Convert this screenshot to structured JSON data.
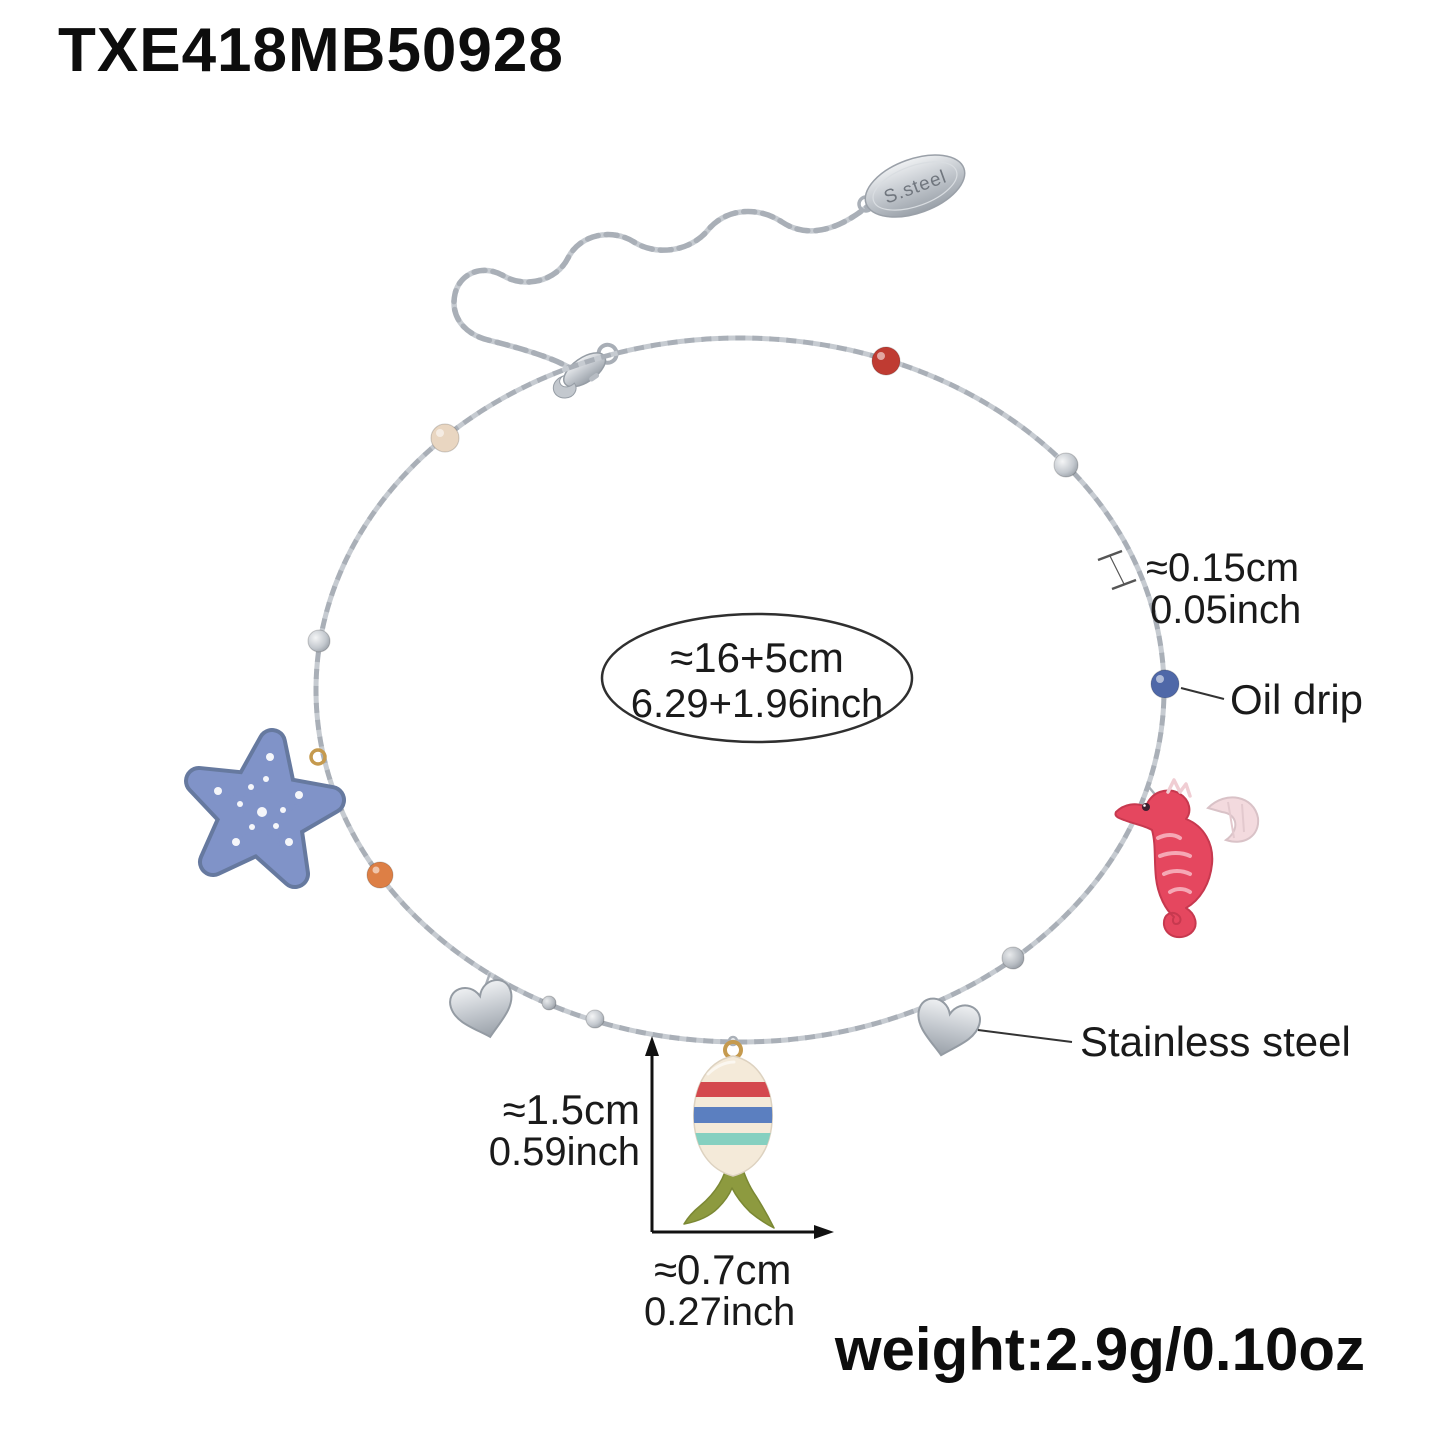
{
  "product": {
    "sku": "TXE418MB50928",
    "weight": "weight:2.9g/0.10oz"
  },
  "tag": {
    "label": "S.steel"
  },
  "size": {
    "cm": "≈16+5cm",
    "inch": "6.29+1.96inch"
  },
  "chain_thickness": {
    "cm": "≈0.15cm",
    "inch": "0.05inch"
  },
  "callouts": {
    "oil_drip": "Oil drip",
    "stainless_steel": "Stainless steel"
  },
  "fish_size": {
    "height_cm": "≈1.5cm",
    "height_inch": "0.59inch",
    "width_cm": "≈0.7cm",
    "width_inch": "0.27inch"
  },
  "charms": {
    "starfish": "starfish-charm",
    "seahorse": "seahorse-charm",
    "heart_left": "heart-charm",
    "heart_right": "heart-charm",
    "fish": "fish-charm"
  },
  "colors": {
    "starfish": "#8093c8",
    "seahorse": "#e5475f",
    "fish_body": "#f4ead9",
    "fish_stripe_red": "#d4494e",
    "fish_stripe_blue": "#5b7fc0",
    "fish_stripe_teal": "#85d0c0",
    "fish_tail": "#8d9a3f",
    "bead_red": "#bf3b32",
    "bead_blue": "#4f68a8",
    "bead_orange": "#dd7f45",
    "bead_beige": "#e9d6c1",
    "chain": "#c3c8ce"
  }
}
